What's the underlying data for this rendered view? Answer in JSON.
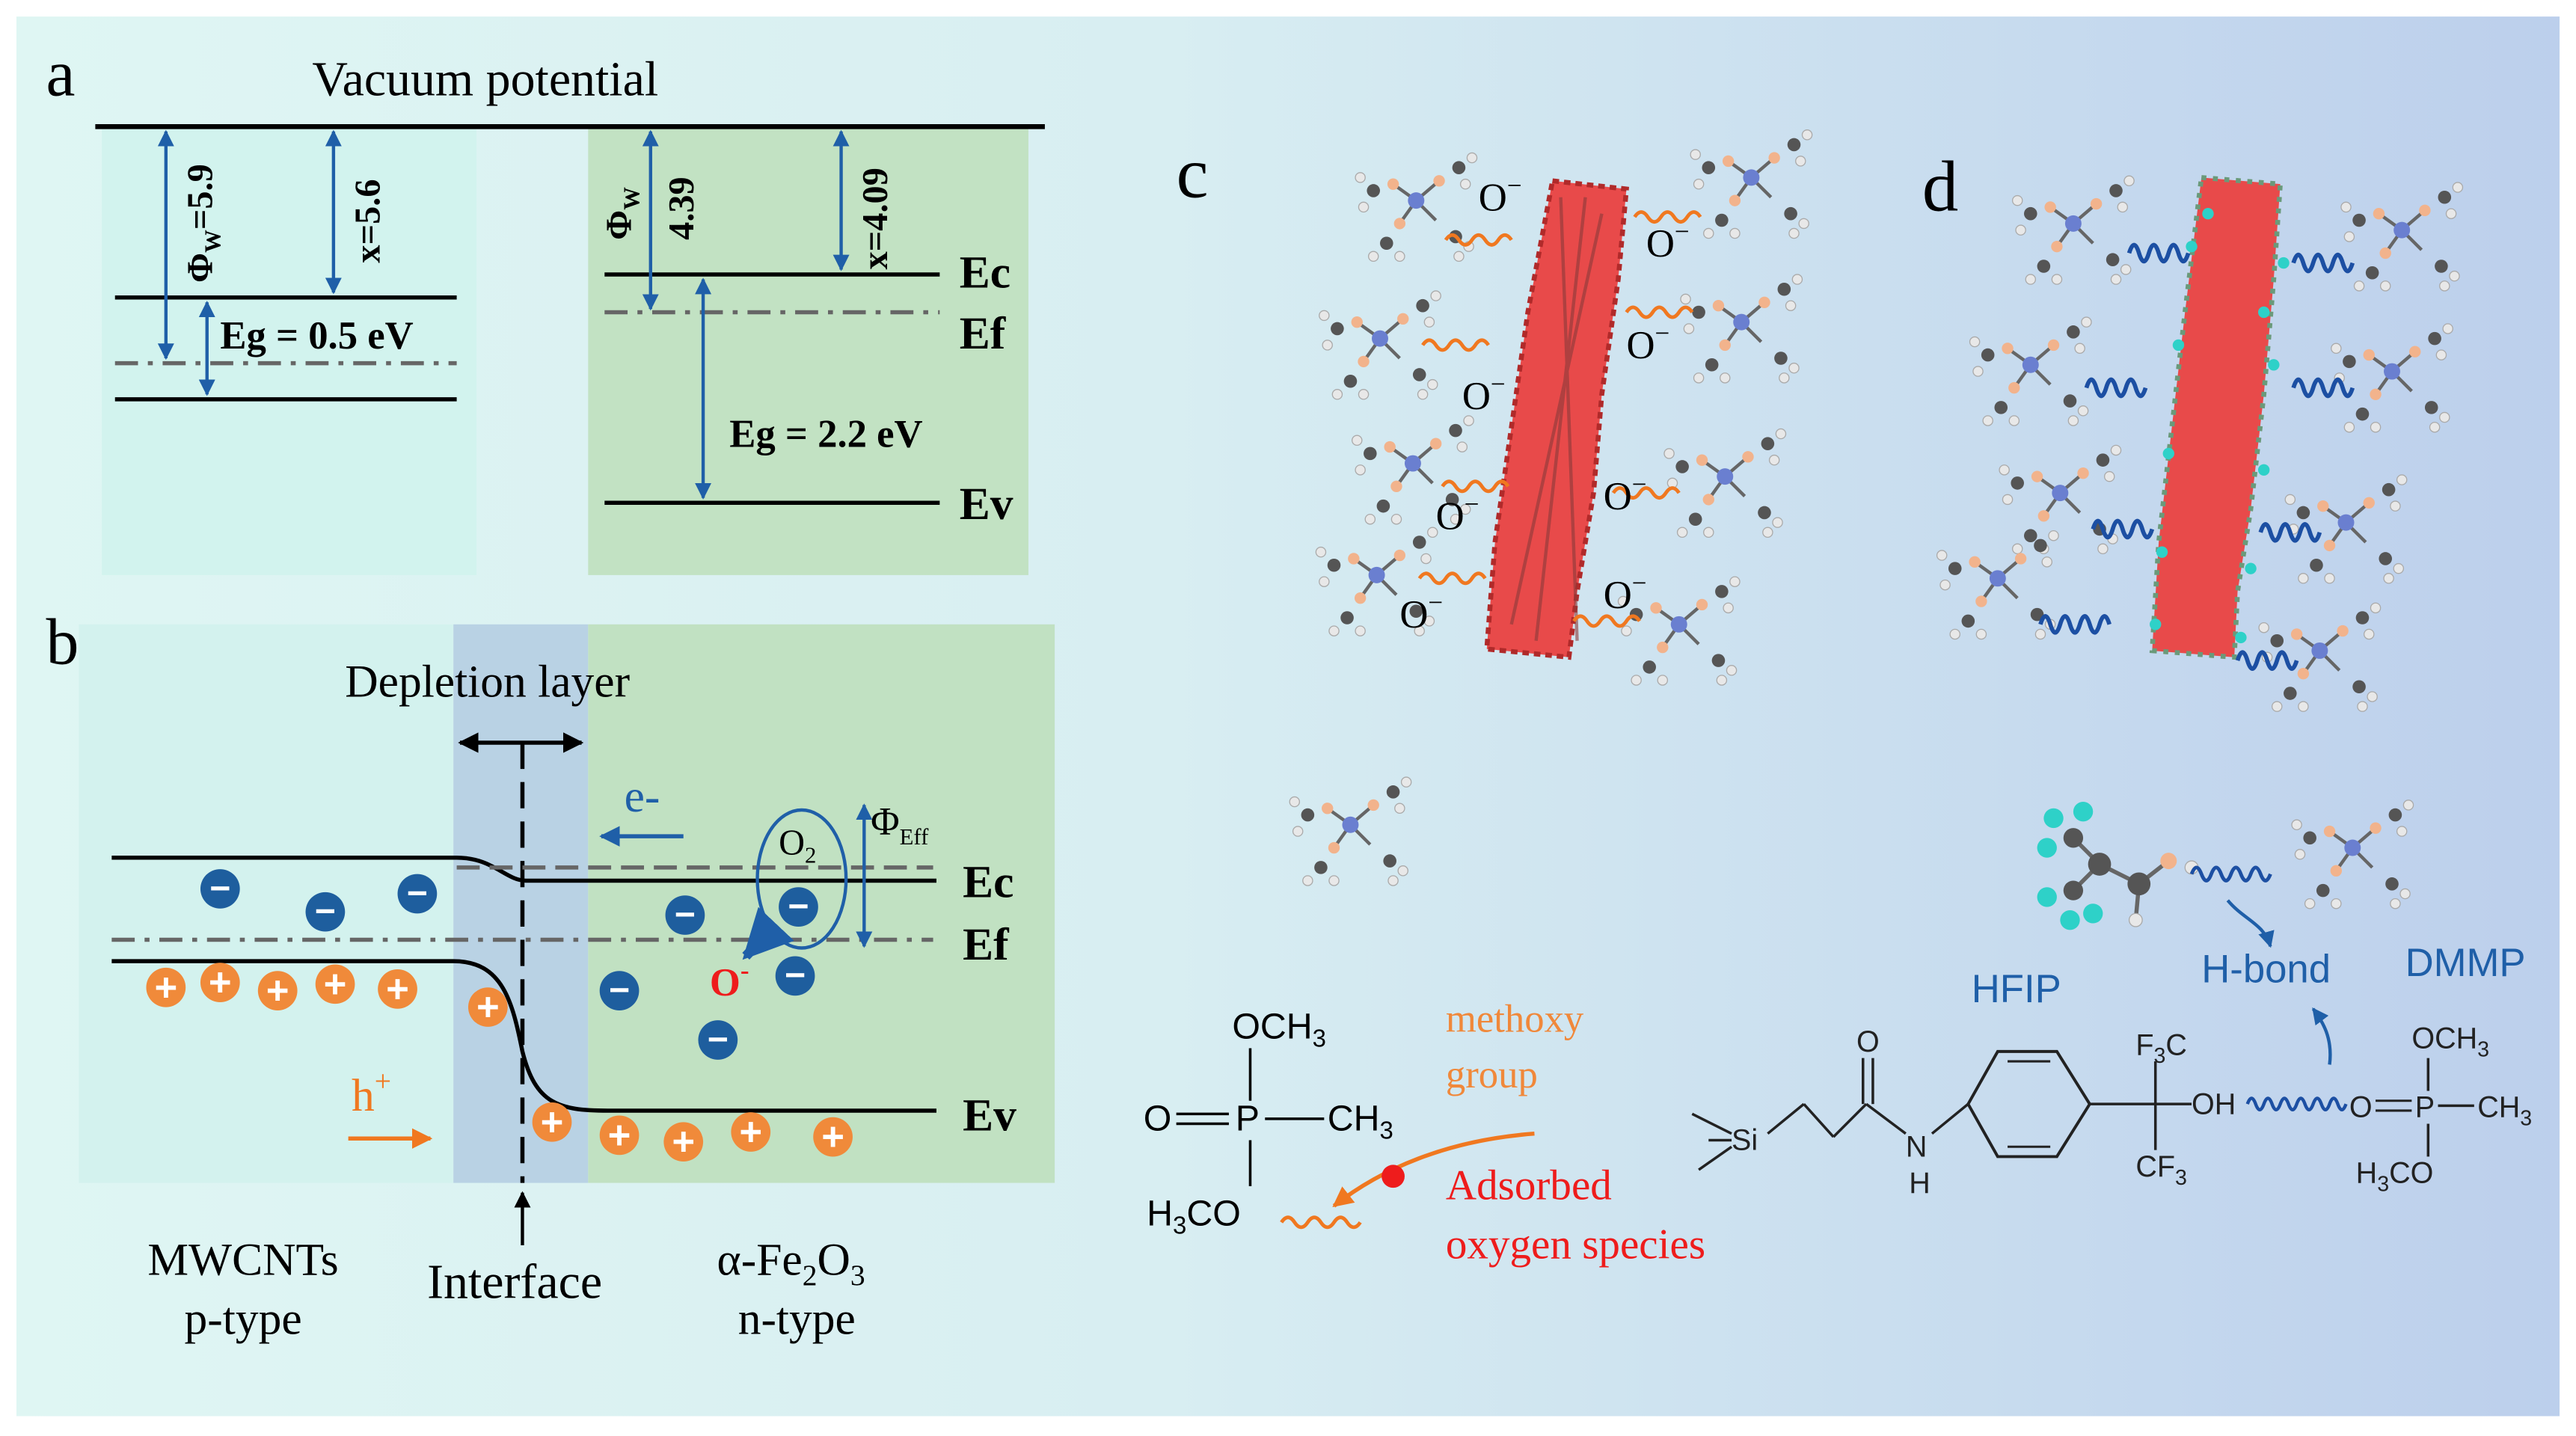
{
  "panel_a": {
    "label": "a",
    "title": "Vacuum potential",
    "left": {
      "phi": "Φ",
      "phi_sub": "W",
      "phi_val": "=5.9",
      "chi": "x=5.6",
      "eg": "Eg = 0.5 eV"
    },
    "right": {
      "phi": "Φ",
      "phi_sub": "W",
      "phi_val": "4.39",
      "chi": "x=4.09",
      "eg": "Eg = 2.2 eV",
      "ec": "Ec",
      "ef": "Ef",
      "ev": "Ev"
    }
  },
  "panel_b": {
    "label": "b",
    "depletion": "Depletion layer",
    "electron_flow": "e-",
    "hole_flow": "h",
    "hole_sup": "+",
    "o2": "O",
    "o2_sub": "2",
    "o_minus": "O",
    "o_minus_sup": "-",
    "phi_eff": "Φ",
    "phi_eff_sub": "Eff",
    "ec": "Ec",
    "ef": "Ef",
    "ev": "Ev",
    "minus_sign": "−",
    "plus_sign": "+",
    "left_label": [
      "MWCNTs",
      "p-type"
    ],
    "interface": "Interface",
    "right_label_l1_a": "α-Fe",
    "right_label_l1_s1": "2",
    "right_label_l1_b": "O",
    "right_label_l1_s2": "3",
    "right_label_l2": "n-type"
  },
  "panel_c": {
    "label": "c",
    "o_minus": "O",
    "o_minus_sup": "−",
    "methoxy": [
      "methoxy",
      "group"
    ],
    "adsorbed": [
      "Adsorbed",
      "oxygen species"
    ],
    "mol": {
      "och3": "OCH",
      "och3_sub": "3",
      "o_eq": "O",
      "p": "P",
      "ch3": "CH",
      "ch3_sub": "3",
      "h3co_h": "H",
      "h3co_sub": "3",
      "h3co_co": "CO"
    }
  },
  "panel_d": {
    "label": "d",
    "hfip": "HFIP",
    "hbond": "H-bond",
    "dmmp": "DMMP",
    "mol": {
      "si": "Si",
      "o": "O",
      "n": "N",
      "h": "H",
      "f3c": "F",
      "f3c_sub": "3",
      "f3c_c": "C",
      "oh": "OH",
      "cf3": "CF",
      "cf3_sub": "3",
      "och3": "OCH",
      "och3_sub": "3",
      "o_eq": "O",
      "p": "P",
      "ch3": "CH",
      "ch3_sub": "3",
      "h3co_h": "H",
      "h3co_sub": "3",
      "h3co_co": "CO"
    }
  },
  "colors": {
    "cnt_bg": "#d5f3ee",
    "fe_bg": "#c3e2c4",
    "depletion_bg": "#bad3e6",
    "electron": "#1e5e9e",
    "hole": "#f08a3a",
    "arrow_blue": "#1f5fa8",
    "orange_text": "#f0883a",
    "red_text": "#ee1c1c",
    "nanotube": "#e84a4a",
    "wave_orange": "#f07820",
    "wave_blue": "#1c4fa3"
  }
}
